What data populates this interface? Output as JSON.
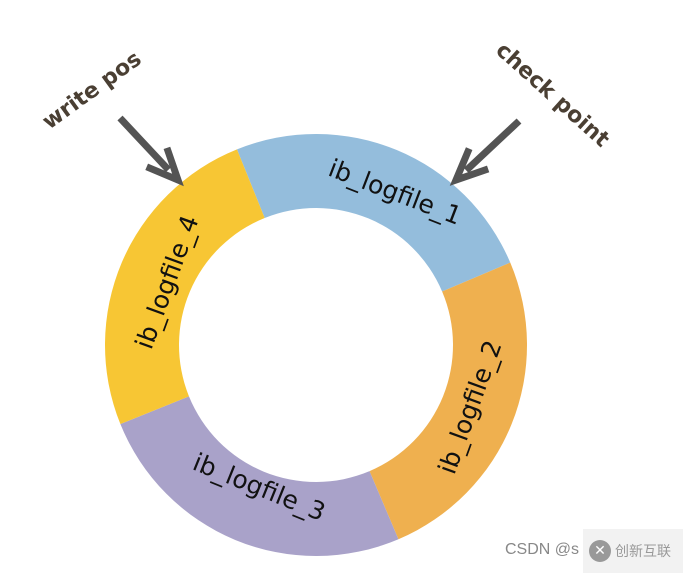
{
  "segments": [
    {
      "label": "ib_logfile_1",
      "color": "#94bddc"
    },
    {
      "label": "ib_logfile_2",
      "color": "#efb04f"
    },
    {
      "label": "ib_logfile_3",
      "color": "#a9a2c9"
    },
    {
      "label": "ib_logfile_4",
      "color": "#f7c634"
    }
  ],
  "annotations": {
    "write_pos": "write pos",
    "check_point": "check point",
    "arrow_color": "#545454"
  },
  "watermark": {
    "csdn": "CSDN @s",
    "logo_text": "创新互联"
  }
}
